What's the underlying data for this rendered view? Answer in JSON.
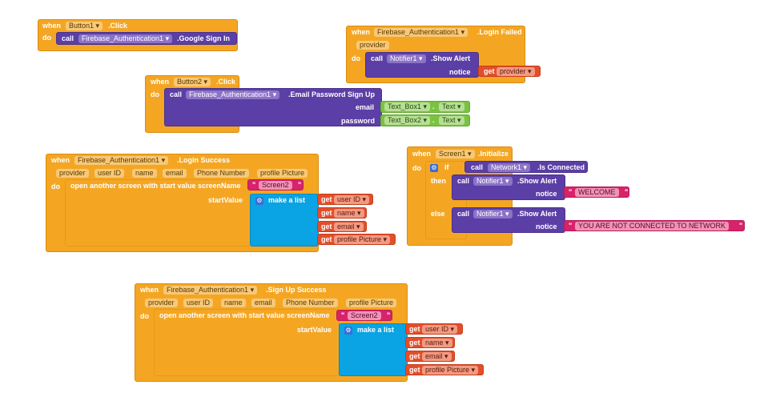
{
  "common": {
    "when": "when",
    "do": "do",
    "call": "call",
    "get": "get",
    "then": "then",
    "else": "else",
    "if": "if",
    "dot": ".",
    "quote": "\"",
    "dropdown_arrow": "▾"
  },
  "block_button1": {
    "component": "Button1",
    "event": ".Click",
    "target": "Firebase_Authentication1",
    "method": ".Google Sign In"
  },
  "block_login_failed": {
    "component": "Firebase_Authentication1",
    "event": ".Login Failed",
    "param": "provider",
    "target": "Notifier1",
    "method": ".Show Alert",
    "arg_label": "notice",
    "arg_var": "provider"
  },
  "block_button2": {
    "component": "Button2",
    "event": ".Click",
    "target": "Firebase_Authentication1",
    "method": ".Email Password Sign Up",
    "arg1_label": "email",
    "arg1_comp": "Text_Box1",
    "arg1_prop": "Text",
    "arg2_label": "password",
    "arg2_comp": "Text_Box2",
    "arg2_prop": "Text"
  },
  "block_login_success": {
    "component": "Firebase_Authentication1",
    "event": ".Login Success",
    "params": [
      "provider",
      "user ID",
      "name",
      "email",
      "Phone Number",
      "profile Picture"
    ],
    "action": "open another screen with start value",
    "screen_label": "screenName",
    "screen_value": "Screen2",
    "start_label": "startValue",
    "list_label": "make a list",
    "gets": [
      "user ID",
      "name",
      "email",
      "profile Picture"
    ]
  },
  "block_screen1": {
    "component": "Screen1",
    "event": ".Initialize",
    "cond_target": "Network1",
    "cond_method": ".Is Connected",
    "target": "Notifier1",
    "method": ".Show Alert",
    "arg_label": "notice",
    "then_text": "WELCOME",
    "else_text": "YOU ARE NOT CONNECTED TO NETWORK"
  },
  "block_signup_success": {
    "component": "Firebase_Authentication1",
    "event": ".Sign Up Success",
    "params": [
      "provider",
      "user ID",
      "name",
      "email",
      "Phone Number",
      "profile Picture"
    ],
    "action": "open another screen with start value",
    "screen_label": "screenName",
    "screen_value": "Screen2",
    "start_label": "startValue",
    "list_label": "make a list",
    "gets": [
      "user ID",
      "name",
      "email",
      "profile Picture"
    ]
  },
  "colors": {
    "event": "#f4a623",
    "component": "#5b3fa6",
    "text_prop": "#7cc242",
    "variable": "#e34e2a",
    "string": "#d8236a",
    "list": "#0aa3e3"
  }
}
